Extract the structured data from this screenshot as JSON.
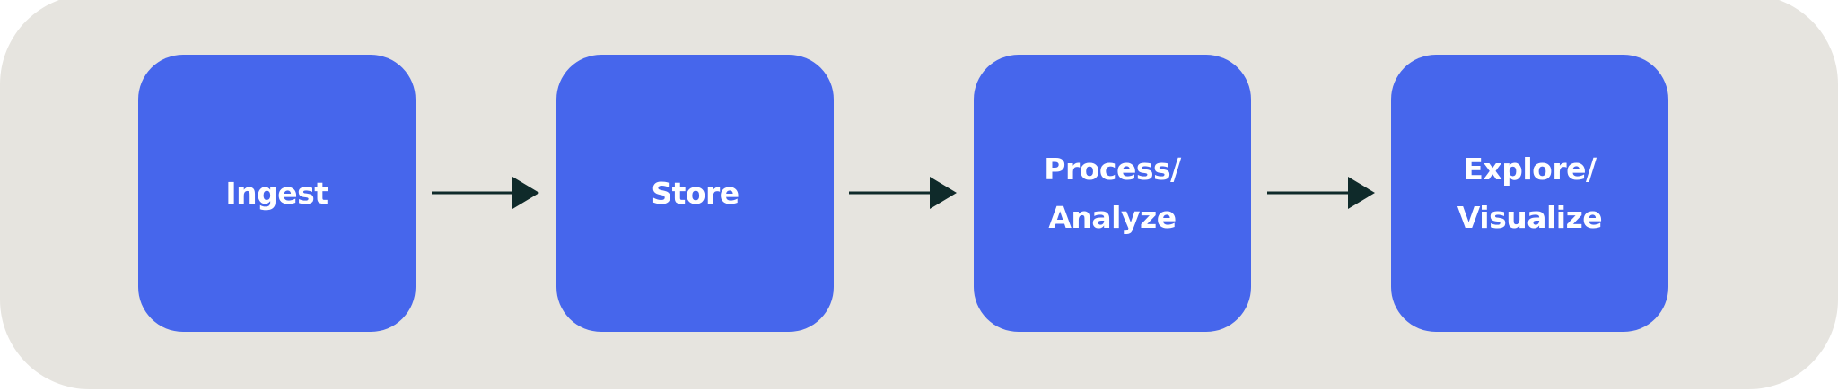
{
  "colors": {
    "background": "#e6e4df",
    "step_fill": "#4666ec",
    "step_text": "#ffffff",
    "arrow": "#0f2a2a"
  },
  "steps": [
    {
      "label": "Ingest"
    },
    {
      "label": "Store"
    },
    {
      "label": "Process/\nAnalyze"
    },
    {
      "label": "Explore/\nVisualize"
    }
  ]
}
